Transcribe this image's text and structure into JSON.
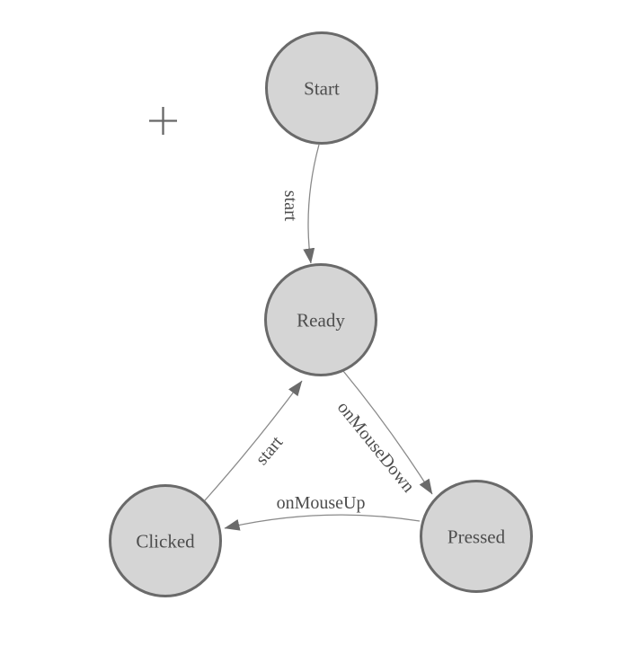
{
  "diagram": {
    "kind": "state-machine",
    "nodes": {
      "start": {
        "label": "Start"
      },
      "ready": {
        "label": "Ready"
      },
      "clicked": {
        "label": "Clicked"
      },
      "pressed": {
        "label": "Pressed"
      }
    },
    "edges": {
      "start_to_ready": {
        "label": "start"
      },
      "ready_to_pressed": {
        "label": "onMouseDown"
      },
      "pressed_to_clicked": {
        "label": "onMouseUp"
      },
      "clicked_to_ready": {
        "label": "start"
      }
    }
  },
  "palette": {
    "canvas_bg": "#ffffff",
    "node_fill": "#d5d5d5",
    "node_stroke": "#6a6a6a",
    "edge_stroke": "#8a8a8a",
    "arrow_fill": "#6b6b6b",
    "label_color": "#4d4d4d",
    "cursor_color": "#676767"
  }
}
